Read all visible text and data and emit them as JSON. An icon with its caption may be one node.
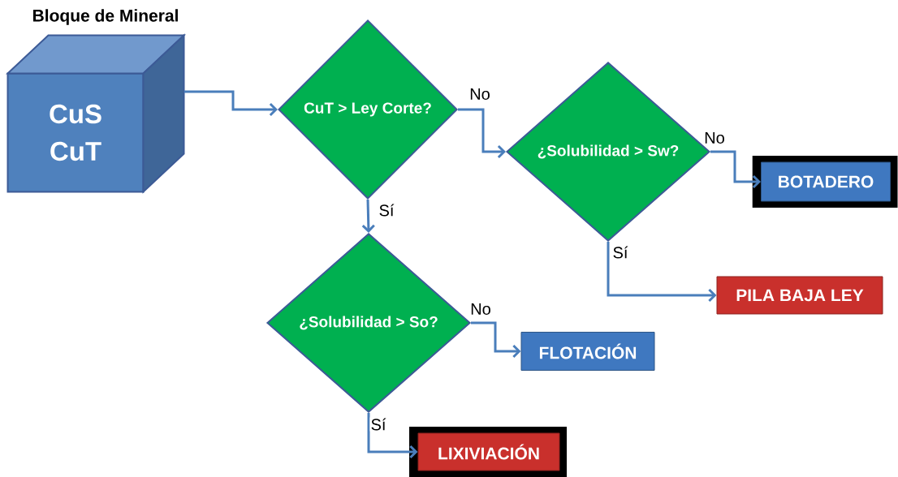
{
  "diagram": {
    "nodes": [
      {
        "text": [
          "Bloque de Mineral",
          "CuS CuT"
        ]
      },
      {
        "text": [
          "CuT > Ley Corte?"
        ]
      },
      {
        "text": [
          "¿Solubilidad > Sw?"
        ]
      },
      {
        "text": [
          "BOTADERO"
        ]
      },
      {
        "text": [
          "PILA BAJA LEY"
        ]
      },
      {
        "text": [
          "¿Solubilidad > So?"
        ]
      },
      {
        "text": [
          "FLOTACIÓN"
        ]
      },
      {
        "text": [
          "LIXIVIACIÓN"
        ]
      }
    ],
    "edges": [
      {
        "from": 0,
        "to": 1,
        "arrow": "to"
      },
      {
        "from": 1,
        "to": 2,
        "arrow": "to",
        "label": "No"
      },
      {
        "from": 2,
        "to": 3,
        "arrow": "to",
        "label": "No"
      },
      {
        "from": 2,
        "to": 4,
        "arrow": "to",
        "label": "Sí"
      },
      {
        "from": 1,
        "to": 5,
        "arrow": "to",
        "label": "Sí"
      },
      {
        "from": 5,
        "to": 6,
        "arrow": "to",
        "label": "No"
      },
      {
        "from": 5,
        "to": 7,
        "arrow": "to",
        "label": "Sí"
      }
    ]
  }
}
